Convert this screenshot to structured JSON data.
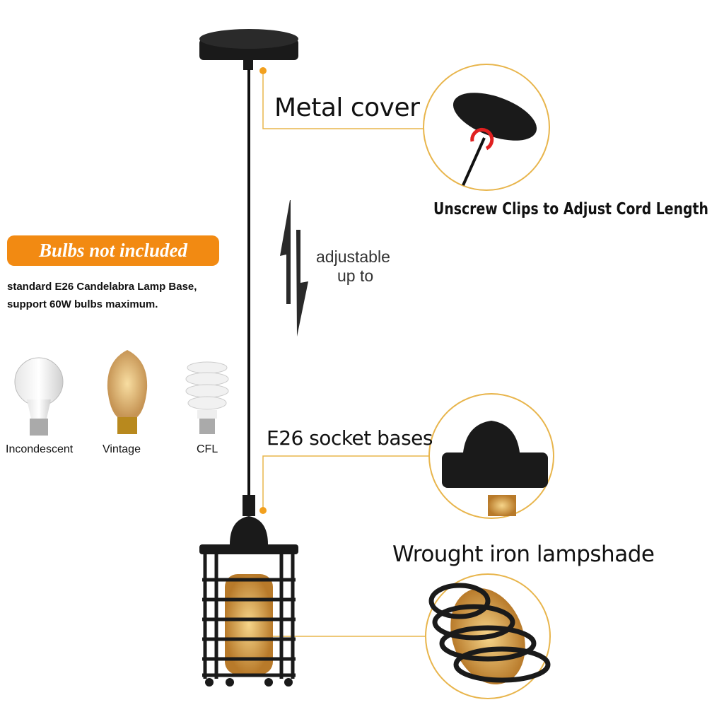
{
  "features": {
    "metal_cover": "Metal cover",
    "cord_tip": "Unscrew Clips to Adjust Cord Length",
    "adjustable_line1": "adjustable",
    "adjustable_line2": "up to",
    "socket": "E26 socket bases",
    "lampshade": "Wrought iron lampshade"
  },
  "bulbs": {
    "badge": "Bulbs not included",
    "note_line1": "standard E26 Candelabra Lamp Base,",
    "note_line2": "support 60W bulbs maximum.",
    "types": [
      {
        "label": "Incondescent"
      },
      {
        "label": "Vintage"
      },
      {
        "label": "CFL"
      }
    ]
  },
  "colors": {
    "accent": "#f28a12",
    "ring": "#e8b54c",
    "metal": "#1a1a1a"
  }
}
